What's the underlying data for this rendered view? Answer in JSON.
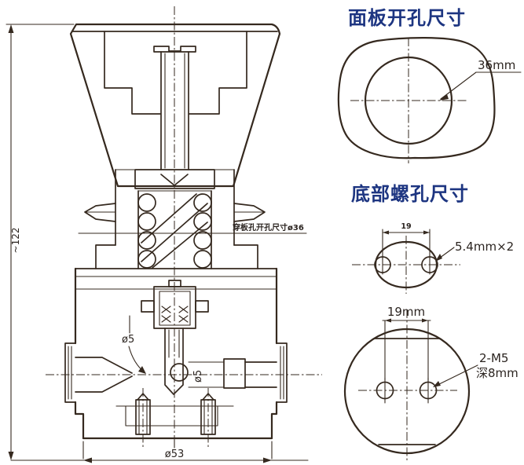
{
  "titles": {
    "panel": "面板开孔尺寸",
    "bottom": "底部螺孔尺寸"
  },
  "valve_drawing": {
    "height_dim": "~122",
    "base_diameter": "ø53",
    "orifice_left": "ø5",
    "orifice_right": "ø5",
    "panel_hole_note": "穿板孔开孔尺寸ø36"
  },
  "panel_hole_diagram": {
    "diameter_label": "36mm"
  },
  "slot_hole_diagram": {
    "spacing": "19",
    "holes_label": "5.4mm×2"
  },
  "bottom_circle_diagram": {
    "spacing": "19mm",
    "thread_spec": "2-M5",
    "thread_depth": "深8mm"
  },
  "colors": {
    "title_blue": "#1d3581",
    "line": "#35291f"
  }
}
